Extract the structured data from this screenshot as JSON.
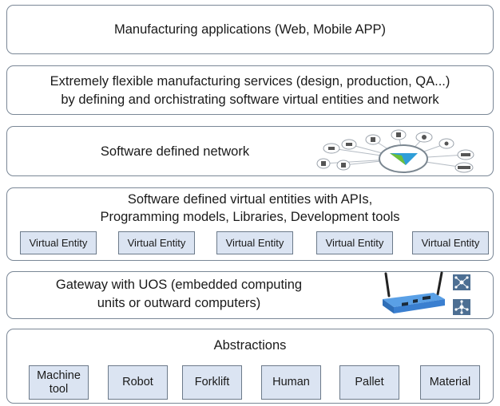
{
  "layers": {
    "applications": {
      "text": "Manufacturing applications (Web, Mobile APP)"
    },
    "services": {
      "line1": "Extremely flexible manufacturing services (design, production, QA...)",
      "line2": "by defining and orchistrating software virtual entities and network"
    },
    "sdn": {
      "text": "Software defined network",
      "icon": "network-hub-diagram-icon"
    },
    "virtual_entities": {
      "line1": "Software defined virtual entities with APIs,",
      "line2": "Programming models, Libraries, Development tools",
      "boxes": [
        "Virtual Entity",
        "Virtual Entity",
        "Virtual Entity",
        "Virtual Entity",
        "Virtual Entity"
      ]
    },
    "gateway": {
      "line1": "Gateway with UOS (embedded computing",
      "line2": "units or outward computers)",
      "icons": [
        "gateway-device-icon",
        "network-topology-icon",
        "network-topology-icon"
      ]
    },
    "abstractions": {
      "title": "Abstractions",
      "boxes": [
        "Machine tool",
        "Robot",
        "Forklift",
        "Human",
        "Pallet",
        "Material"
      ]
    }
  },
  "colors": {
    "box_fill": "#dbe4f2",
    "layer_border": "#7a8796",
    "logo_blue": "#2f9ed8",
    "logo_green": "#6cbf3a",
    "device_blue": "#3a7fd0"
  }
}
